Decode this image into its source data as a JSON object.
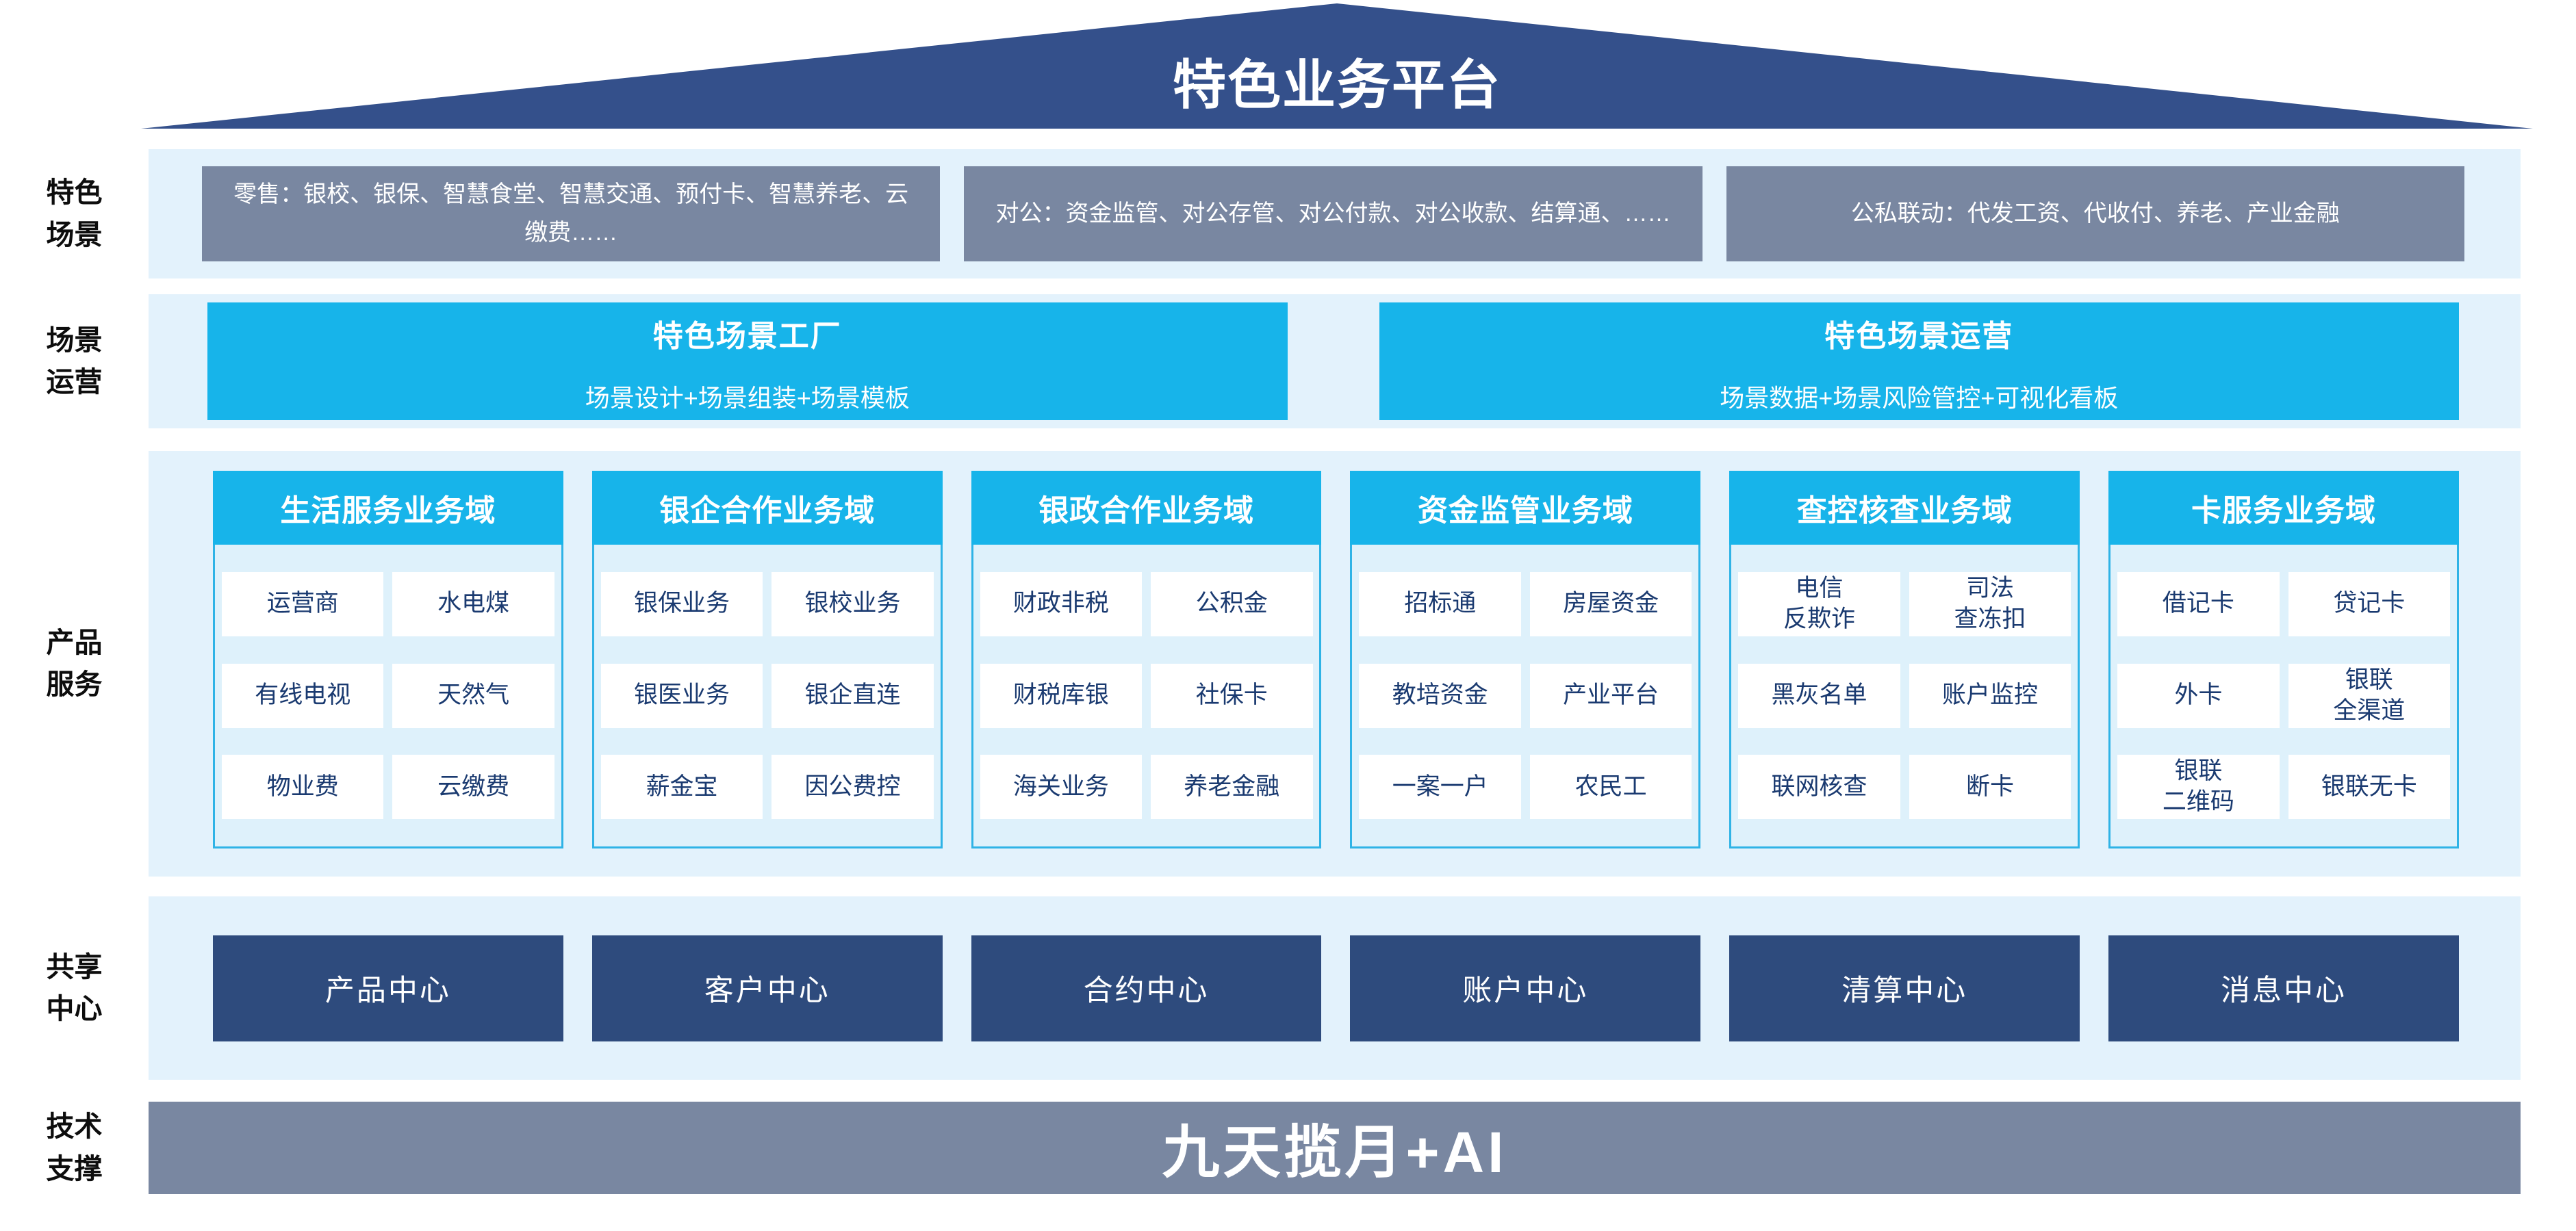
{
  "colors": {
    "roof-navy": "#34508b",
    "band-bg": "#e3f2fc",
    "slate-gray": "#7987a1",
    "cyan": "#17b4ea",
    "panel-bg": "#def1fb",
    "panel-border": "#2fb3e6",
    "cell-text": "#1a3a70",
    "center-navy": "#2e4b7d"
  },
  "roof": {
    "title": "特色业务平台"
  },
  "side_labels": [
    {
      "label": "特色\n场景"
    },
    {
      "label": "场景\n运营"
    },
    {
      "label": "产品\n服务"
    },
    {
      "label": "共享\n中心"
    },
    {
      "label": "技术\n支撑"
    }
  ],
  "scenario_row": {
    "boxes": [
      {
        "text": "零售：银校、银保、智慧食堂、智慧交通、预付卡、智慧养老、云缴费……"
      },
      {
        "text": "对公：资金监管、对公存管、对公付款、对公收款、结算通、……"
      },
      {
        "text": "公私联动：代发工资、代收付、养老、产业金融"
      }
    ]
  },
  "operation_row": {
    "boxes": [
      {
        "title": "特色场景工厂",
        "subtitle": "场景设计+场景组装+场景模板"
      },
      {
        "title": "特色场景运营",
        "subtitle": "场景数据+场景风险管控+可视化看板"
      }
    ]
  },
  "product_row": {
    "columns": [
      {
        "header": "生活服务业务域",
        "cells": [
          "运营商",
          "水电煤",
          "有线电视",
          "天然气",
          "物业费",
          "云缴费"
        ]
      },
      {
        "header": "银企合作业务域",
        "cells": [
          "银保业务",
          "银校业务",
          "银医业务",
          "银企直连",
          "薪金宝",
          "因公费控"
        ]
      },
      {
        "header": "银政合作业务域",
        "cells": [
          "财政非税",
          "公积金",
          "财税库银",
          "社保卡",
          "海关业务",
          "养老金融"
        ]
      },
      {
        "header": "资金监管业务域",
        "cells": [
          "招标通",
          "房屋资金",
          "教培资金",
          "产业平台",
          "一案一户",
          "农民工"
        ]
      },
      {
        "header": "查控核查业务域",
        "cells": [
          "电信\n反欺诈",
          "司法\n查冻扣",
          "黑灰名单",
          "账户监控",
          "联网核查",
          "断卡"
        ]
      },
      {
        "header": "卡服务业务域",
        "cells": [
          "借记卡",
          "贷记卡",
          "外卡",
          "银联\n全渠道",
          "银联\n二维码",
          "银联无卡"
        ]
      }
    ]
  },
  "center_row": {
    "boxes": [
      "产品中心",
      "客户中心",
      "合约中心",
      "账户中心",
      "清算中心",
      "消息中心"
    ]
  },
  "tech_row": {
    "label": "九天揽月+AI"
  }
}
